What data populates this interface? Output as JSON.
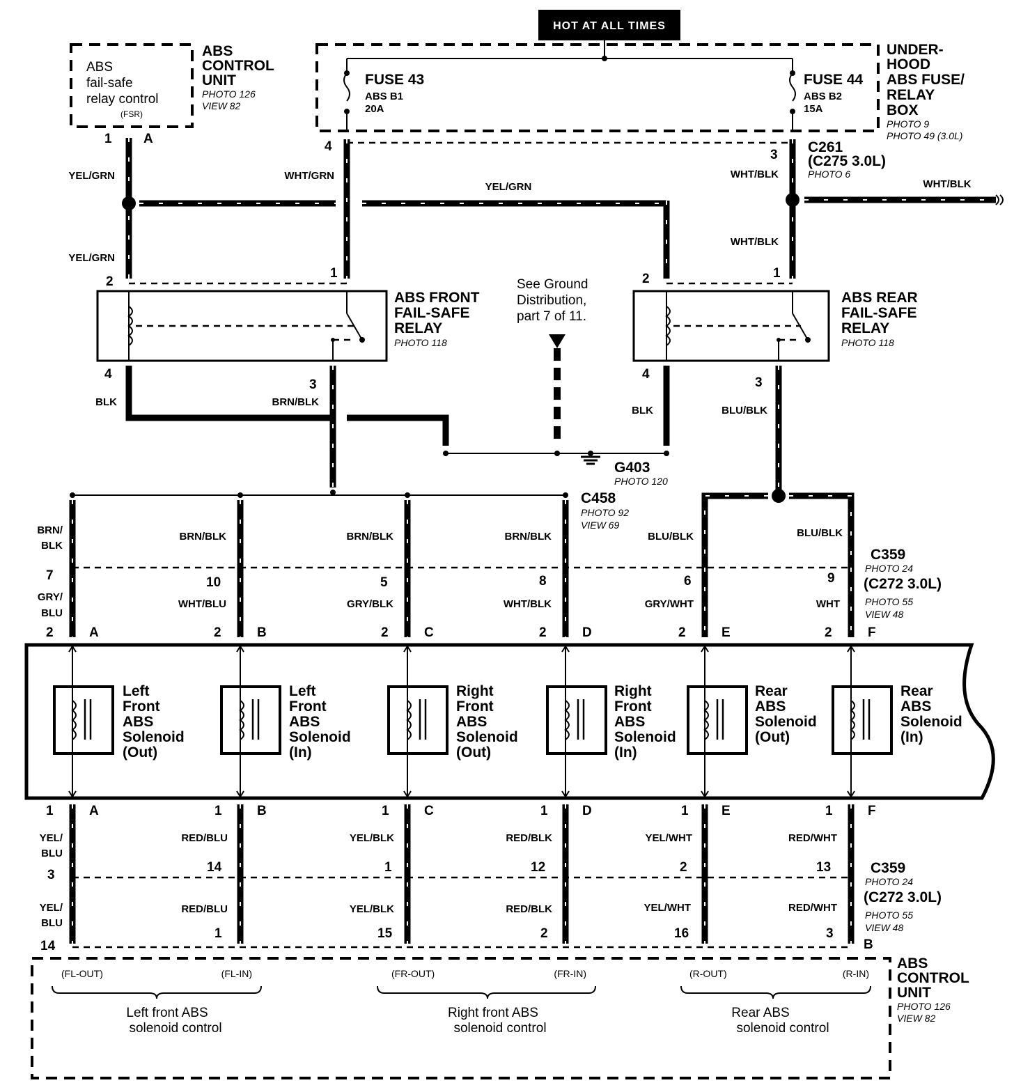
{
  "hot": "HOT AT ALL TIMES",
  "abs_cu_top": {
    "box_lines": [
      "ABS",
      "fail-safe",
      "relay control",
      "(FSR)"
    ],
    "title": [
      "ABS",
      "CONTROL",
      "UNIT"
    ],
    "photo": "PHOTO 126",
    "view": "VIEW 82",
    "pin_num": "1",
    "pin_letter": "A"
  },
  "fuse43": {
    "name": "FUSE 43",
    "sub": "ABS B1",
    "amp": "20A"
  },
  "fuse44": {
    "name": "FUSE 44",
    "sub": "ABS B2",
    "amp": "15A"
  },
  "underhood": {
    "title": [
      "UNDER-",
      "HOOD",
      "ABS FUSE/",
      "RELAY",
      "BOX"
    ],
    "photo1": "PHOTO 9",
    "photo2": "PHOTO 49 (3.0L)"
  },
  "c261": {
    "name": "C261",
    "alt": "(C275 3.0L)",
    "photo": "PHOTO 6"
  },
  "wires": {
    "yel_grn": "YEL/GRN",
    "wht_grn": "WHT/GRN",
    "wht_blk": "WHT/BLK",
    "blk": "BLK",
    "brn_blk": "BRN/BLK",
    "blu_blk": "BLU/BLK",
    "brn": "BRN/",
    "blk2": "BLK",
    "gry": "GRY/",
    "blu": "BLU",
    "wht_blu": "WHT/BLU",
    "gry_blk": "GRY/BLK",
    "gry_wht": "GRY/WHT",
    "wht": "WHT",
    "yel": "YEL/",
    "red_blu": "RED/BLU",
    "yel_blk": "YEL/BLK",
    "red_blk": "RED/BLK",
    "yel_wht": "YEL/WHT",
    "red_wht": "RED/WHT"
  },
  "front_relay": {
    "title": [
      "ABS FRONT",
      "FAIL-SAFE",
      "RELAY"
    ],
    "photo": "PHOTO 118"
  },
  "rear_relay": {
    "title": [
      "ABS REAR",
      "FAIL-SAFE",
      "RELAY"
    ],
    "photo": "PHOTO 118"
  },
  "ground_note": [
    "See Ground",
    "Distribution,",
    "part 7 of 11."
  ],
  "g403": {
    "name": "G403",
    "photo": "PHOTO 120"
  },
  "c458": {
    "name": "C458",
    "photo": "PHOTO 92",
    "view": "VIEW 69"
  },
  "c359_top": {
    "name": "C359",
    "photo": "PHOTO 24",
    "alt": "(C272 3.0L)",
    "photo2": "PHOTO 55",
    "view": "VIEW 48"
  },
  "c359_bot": {
    "name": "C359",
    "photo": "PHOTO 24",
    "alt": "(C272 3.0L)",
    "photo2": "PHOTO 55",
    "view": "VIEW 48"
  },
  "solenoids": [
    {
      "lines": [
        "Left",
        "Front",
        "ABS",
        "Solenoid",
        "(Out)"
      ],
      "letter": "A"
    },
    {
      "lines": [
        "Left",
        "Front",
        "ABS",
        "Solenoid",
        "(In)"
      ],
      "letter": "B"
    },
    {
      "lines": [
        "Right",
        "Front",
        "ABS",
        "Solenoid",
        "(Out)"
      ],
      "letter": "C"
    },
    {
      "lines": [
        "Right",
        "Front",
        "ABS",
        "Solenoid",
        "(In)"
      ],
      "letter": "D"
    },
    {
      "lines": [
        "Rear",
        "ABS",
        "Solenoid",
        "(Out)"
      ],
      "letter": "E"
    },
    {
      "lines": [
        "Rear",
        "ABS",
        "Solenoid",
        "(In)"
      ],
      "letter": "F"
    }
  ],
  "pins": {
    "c458_row": [
      "7",
      "10",
      "5",
      "8",
      "6",
      "9"
    ],
    "mod_top": "2",
    "mod_bot": "1",
    "c359_row": [
      "3",
      "14",
      "1",
      "12",
      "2",
      "13"
    ],
    "cu_row": [
      "14",
      "1",
      "15",
      "2",
      "16",
      "3"
    ],
    "relay_front": {
      "p2": "2",
      "p1": "1",
      "p4": "4",
      "p3": "3"
    },
    "relay_rear": {
      "p2": "2",
      "p1": "1",
      "p4": "4",
      "p3": "3"
    },
    "fuse43_pin": "4",
    "fuse44_pin": "3",
    "cu_letter": "B"
  },
  "abs_cu_bot": {
    "title": [
      "ABS",
      "CONTROL",
      "UNIT"
    ],
    "photo": "PHOTO 126",
    "view": "VIEW 82",
    "groups": [
      {
        "left": "(FL-OUT)",
        "right": "(FL-IN)",
        "label": [
          "Left front ABS",
          "solenoid control"
        ]
      },
      {
        "left": "(FR-OUT)",
        "right": "(FR-IN)",
        "label": [
          "Right front ABS",
          "solenoid control"
        ]
      },
      {
        "left": "(R-OUT)",
        "right": "(R-IN)",
        "label": [
          "Rear ABS",
          "solenoid control"
        ]
      }
    ]
  }
}
